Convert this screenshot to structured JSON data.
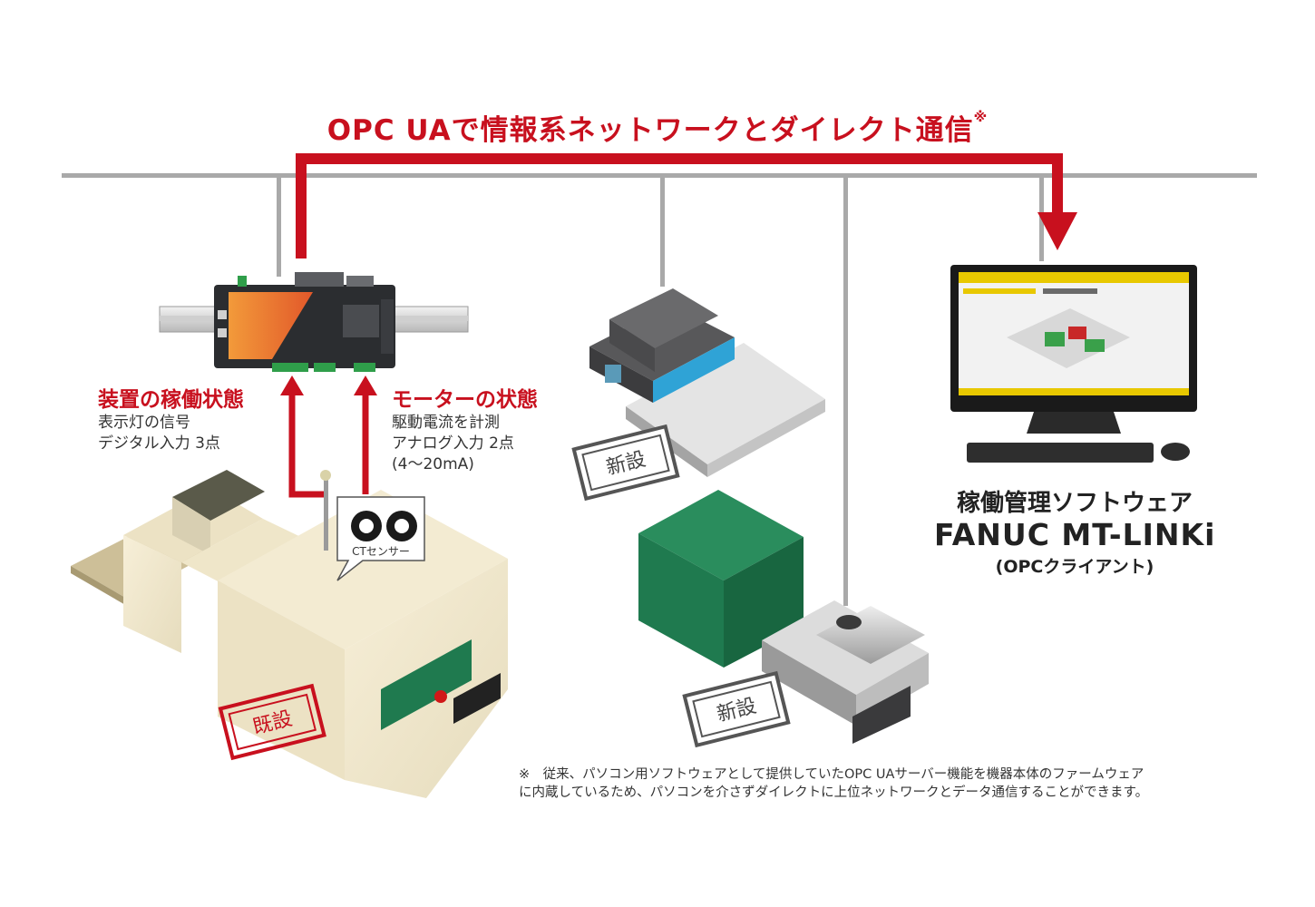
{
  "headline": {
    "text": "OPC UAで情報系ネットワークとダイレクト通信",
    "mark": "※"
  },
  "left_labels": {
    "status_title": "装置の稼働状態",
    "status_line1": "表示灯の信号",
    "status_line2": "デジタル入力 3点",
    "motor_title": "モーターの状態",
    "motor_line1": "駆動電流を計測",
    "motor_line2": "アナログ入力 2点",
    "motor_line3": "(4〜20mA)"
  },
  "ct_sensor": "CTセンサー",
  "stamps": {
    "existing": "既設",
    "new_top": "新設",
    "new_bottom": "新設"
  },
  "software": {
    "title": "稼働管理ソフトウェア",
    "name": "FANUC  MT-LINKi",
    "role": "(OPCクライアント)"
  },
  "footnote": {
    "line1": "※　従来、パソコン用ソフトウェアとして提供していたOPC UAサーバー機能を機器本体のファームウェア",
    "line2": "に内蔵しているため、パソコンを介さずダイレクトに上位ネットワークとデータ通信することができます。"
  },
  "colors": {
    "accent_red": "#c8101e",
    "network_gray": "#a9a9a9",
    "device_orange": "#e8772e",
    "machine_green": "#1f7a4f"
  }
}
